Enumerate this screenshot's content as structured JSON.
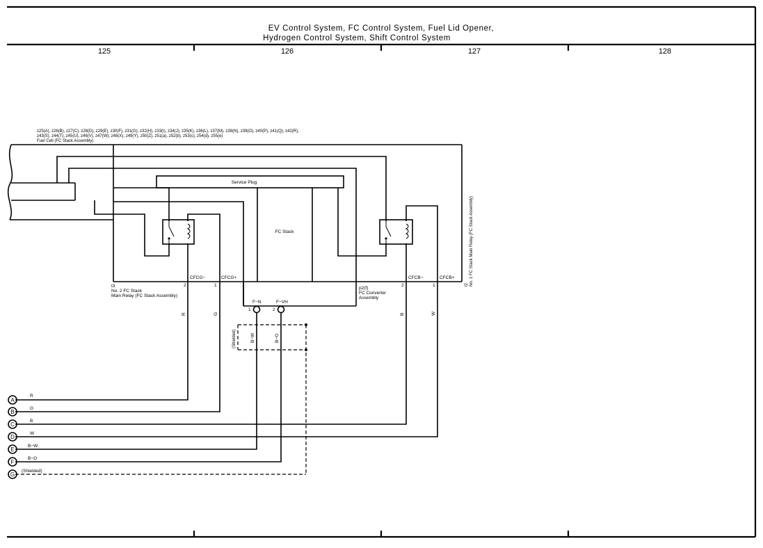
{
  "header": {
    "title_line1": "EV Control System,  FC Control System,  Fuel Lid Opener,",
    "title_line2": "Hydrogen Control System,  Shift Control System"
  },
  "columns": [
    "125",
    "126",
    "127",
    "128"
  ],
  "fuel_cell": {
    "connector_line1": "z25(A), z26(B), z27(C), z28(D), z29(E), z30(F), z31(G), z32(H), z33(I), z34(J), z35(K), z36(L), z37(M), z38(N), z39(O), z40(P), z41(Q), z42(R),",
    "connector_line2": "z43(S), z44(T), z45(U), z46(V), z47(W), z48(X), z49(Y), z50(Z), z51(a), z52(b), z53(c), z54(d), z55(e)",
    "label": "Fuel Cell (FC Stack Assembly)"
  },
  "service_plug": "Service Plug",
  "fc_stack": "FC Stack",
  "relay_no2": {
    "code": "t3",
    "label_line1": "No. 2 FC Stack",
    "label_line2": "Main Relay (FC Stack Assembly)",
    "pin_cfcg_minus": "CFCG−",
    "pin_cfcg_plus": "CFCG+",
    "pin_num_2": "2",
    "pin_num_1": "1"
  },
  "relay_no1": {
    "code": "t2",
    "label": "No. 1 FC Stack Main Relay (FC Stack Assembly)",
    "pin_cfcb_minus": "CFCB−",
    "pin_cfcb_plus": "CFCB+",
    "pin_num_2": "2",
    "pin_num_1": "1"
  },
  "converter": {
    "code": "p2(f)",
    "label_line1": "FC Converter",
    "label_line2": "Assembly",
    "pin_fn": "F−N",
    "pin_fvh": "F−VH",
    "pin_num_1": "1",
    "pin_num_2": "2"
  },
  "shielded_label": "(Shielded)",
  "wire_colors_vertical": {
    "r": "R",
    "g": "G",
    "bw": "B−W",
    "bo": "B−O",
    "b": "B",
    "w": "W"
  },
  "terminals": [
    {
      "letter": "A",
      "wire": "R"
    },
    {
      "letter": "B",
      "wire": "G"
    },
    {
      "letter": "C",
      "wire": "B"
    },
    {
      "letter": "D",
      "wire": "W"
    },
    {
      "letter": "E",
      "wire": "B−W"
    },
    {
      "letter": "F",
      "wire": "B−O"
    },
    {
      "letter": "G",
      "wire": "(Shielded)"
    }
  ]
}
